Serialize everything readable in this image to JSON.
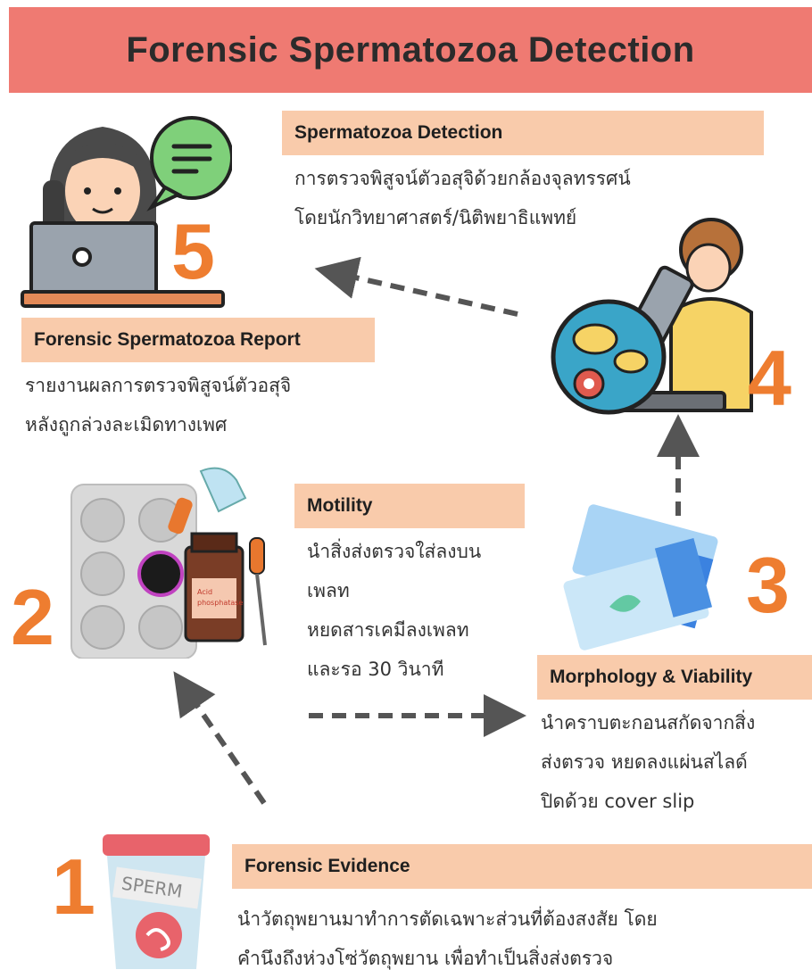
{
  "title": "Forensic Spermatozoa Detection",
  "steps": [
    {
      "number": "1",
      "header": "Forensic Evidence",
      "lines": [
        "นำวัตถุพยานมาทำการตัดเฉพาะส่วนที่ต้องสงสัย โดย",
        "คำนึงถึงห่วงโซ่วัตถุพยาน เพื่อทำเป็นสิ่งส่งตรวจ"
      ],
      "icon_label": "SPERM"
    },
    {
      "number": "2",
      "header": "Motility",
      "lines": [
        "นำสิ่งส่งตรวจใส่ลงบน",
        "เพลท",
        "หยดสารเคมีลงเพลท",
        "และรอ 30 วินาที"
      ],
      "icon_label": "Acid phosphatase"
    },
    {
      "number": "3",
      "header": "Morphology & Viability",
      "lines": [
        "นำคราบตะกอนสกัดจากสิ่ง",
        "ส่งตรวจ หยดลงแผ่นสไลด์",
        "ปิดด้วย cover slip"
      ]
    },
    {
      "number": "4",
      "header": "Spermatozoa Detection",
      "lines": [
        "การตรวจพิสูจน์ตัวอสุจิด้วยกล้องจุลทรรศน์",
        "โดยนักวิทยาศาสตร์/นิติพยาธิแพทย์"
      ]
    },
    {
      "number": "5",
      "header": "Forensic Spermatozoa Report",
      "lines": [
        "รายงานผลการตรวจพิสูจน์ตัวอสุจิ",
        "หลังถูกล่วงละเมิดทางเพศ"
      ]
    }
  ],
  "colors": {
    "banner": "#ef7a72",
    "header_bg": "#f9cbab",
    "number": "#ee7d30",
    "arrow": "#555555"
  }
}
